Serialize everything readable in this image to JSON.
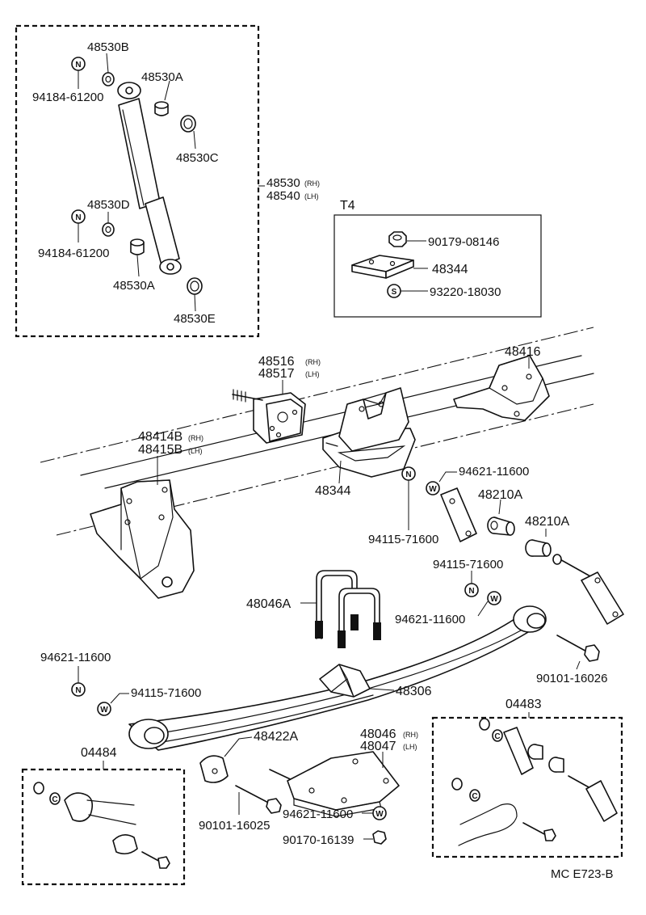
{
  "labels": {
    "p48530B": "48530B",
    "p48530A_top": "48530A",
    "p48530C": "48530C",
    "p48530D": "48530D",
    "p48530A_bot": "48530A",
    "p48530E": "48530E",
    "p94184_top": "94184-61200",
    "p94184_bot": "94184-61200",
    "p48530": "48530",
    "p48540": "48540",
    "t4": "T4",
    "p90179": "90179-08146",
    "p48344_t4": "48344",
    "p93220": "93220-18030",
    "p48516": "48516",
    "p48517": "48517",
    "p48416": "48416",
    "p48414B": "48414B",
    "p48415B": "48415B",
    "p48344_main": "48344",
    "p94621_a": "94621-11600",
    "p48210A_a": "48210A",
    "p48210A_b": "48210A",
    "p94115_a": "94115-71600",
    "p94115_b": "94115-71600",
    "p48046A": "48046A",
    "p94621_b": "94621-11600",
    "p94621_c": "94621-11600",
    "p94115_c": "94115-71600",
    "p90101_16026": "90101-16026",
    "p48306": "48306",
    "p04483": "04483",
    "p48422A": "48422A",
    "p48046": "48046",
    "p48047": "48047",
    "p04484": "04484",
    "p90101_16025": "90101-16025",
    "p94621_d": "94621-11600",
    "p90170": "90170-16139",
    "code": "MC E723-B"
  },
  "suffixes": {
    "rh_48530": "(RH)",
    "lh_48540": "(LH)",
    "rh_48516": "(RH)",
    "lh_48517": "(LH)",
    "rh_48414": "(RH)",
    "lh_48415": "(LH)",
    "rh_48046": "(RH)",
    "lh_48047": "(LH)"
  },
  "symbols": {
    "n": "N",
    "s": "S",
    "w": "W",
    "c": "C"
  }
}
